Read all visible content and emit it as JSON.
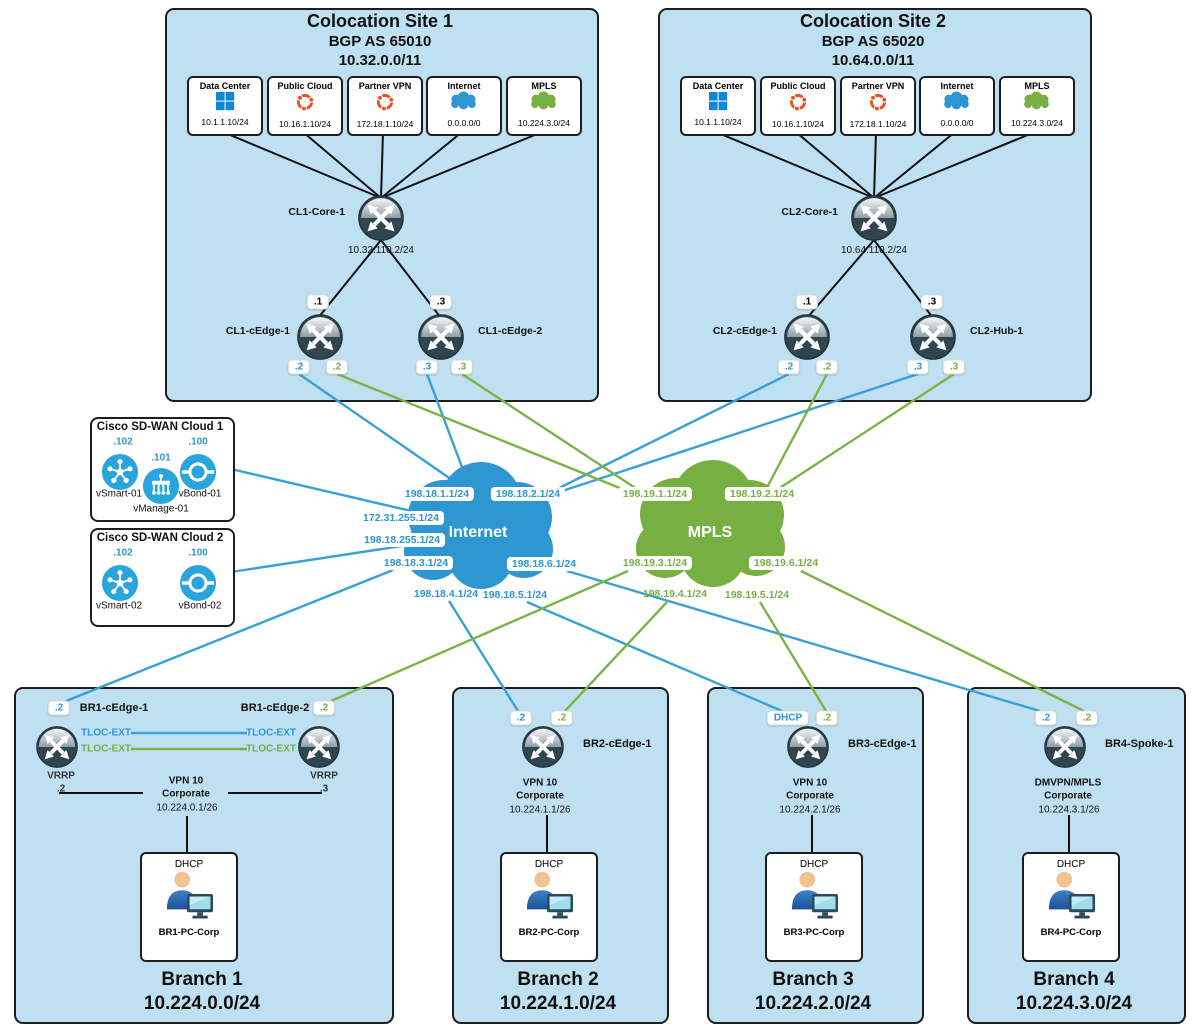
{
  "colos": [
    {
      "title": "Colocation Site 1",
      "bgp": "BGP AS 65010",
      "subnet": "10.32.0.0/11",
      "services": [
        {
          "label": "Data Center",
          "ip": "10.1.1.10/24",
          "icon": "windows-icon"
        },
        {
          "label": "Public Cloud",
          "ip": "10.16.1.10/24",
          "icon": "ubuntu-icon"
        },
        {
          "label": "Partner VPN",
          "ip": "172.18.1.10/24",
          "icon": "ubuntu-icon"
        },
        {
          "label": "Internet",
          "ip": "0.0.0.0/0",
          "icon": "cloud-blue-icon"
        },
        {
          "label": "MPLS",
          "ip": "10.224.3.0/24",
          "icon": "cloud-green-icon"
        }
      ],
      "core": {
        "label": "CL1-Core-1",
        "subnet": "10.32.110.2/24"
      },
      "edges": [
        {
          "label": "CL1-cEdge-1",
          "port": ".1",
          "inet": ".2",
          "mpls": ".2"
        },
        {
          "label": "CL1-cEdge-2",
          "port": ".3",
          "inet": ".3",
          "mpls": ".3"
        }
      ]
    },
    {
      "title": "Colocation Site 2",
      "bgp": "BGP AS 65020",
      "subnet": "10.64.0.0/11",
      "services": [
        {
          "label": "Data Center",
          "ip": "10.1.1.10/24",
          "icon": "windows-icon"
        },
        {
          "label": "Public Cloud",
          "ip": "10.16.1.10/24",
          "icon": "ubuntu-icon"
        },
        {
          "label": "Partner VPN",
          "ip": "172.18.1.10/24",
          "icon": "ubuntu-icon"
        },
        {
          "label": "Internet",
          "ip": "0.0.0.0/0",
          "icon": "cloud-blue-icon"
        },
        {
          "label": "MPLS",
          "ip": "10.224.3.0/24",
          "icon": "cloud-green-icon"
        }
      ],
      "core": {
        "label": "CL2-Core-1",
        "subnet": "10.64.110.2/24"
      },
      "edges": [
        {
          "label": "CL2-cEdge-1",
          "port": ".1",
          "inet": ".2",
          "mpls": ".2"
        },
        {
          "label": "CL2-Hub-1",
          "port": ".3",
          "inet": ".3",
          "mpls": ".3"
        }
      ]
    }
  ],
  "sdwan_clouds": [
    {
      "title": "Cisco SD-WAN Cloud 1",
      "nodes": [
        {
          "label": "vSmart-01",
          "ip": ".102",
          "icon": "vsmart-icon"
        },
        {
          "label": "vManage-01",
          "ip": ".101",
          "icon": "vmanage-icon"
        },
        {
          "label": "vBond-01",
          "ip": ".100",
          "icon": "vbond-icon"
        }
      ]
    },
    {
      "title": "Cisco SD-WAN Cloud 2",
      "nodes": [
        {
          "label": "vSmart-02",
          "ip": ".102",
          "icon": "vsmart-icon"
        },
        {
          "label": "vBond-02",
          "ip": ".100",
          "icon": "vbond-icon"
        }
      ]
    }
  ],
  "internet": {
    "label": "Internet",
    "ip_top_left": "198.18.1.1/24",
    "ip_top_right": "198.18.2.1/24",
    "ip_left_upper": "172.31.255.1/24",
    "ip_left_lower": "198.18.255.1/24",
    "ip_bottom_left": "198.18.3.1/24",
    "ip_bottom_right": "198.18.6.1/24",
    "ip_bottom_mid_left": "198.18.4.1/24",
    "ip_bottom_mid_right": "198.18.5.1/24"
  },
  "mpls": {
    "label": "MPLS",
    "ip_top_left": "198.19.1.1/24",
    "ip_top_right": "198.19.2.1/24",
    "ip_bottom_left": "198.19.3.1/24",
    "ip_bottom_right": "198.19.6.1/24",
    "ip_bottom_mid_left": "198.19.4.1/24",
    "ip_bottom_mid_right": "198.19.5.1/24"
  },
  "branches": [
    {
      "title": "Branch 1",
      "subnet": "10.224.0.0/24",
      "inet_badge": ".2",
      "mpls_badge": ".2",
      "edge1": "BR1-cEdge-1",
      "edge2": "BR1-cEdge-2",
      "tloc": "TLOC-EXT",
      "vrrp": "VRRP",
      "vrrp_left_ip": ".2",
      "vrrp_right_ip": ".3",
      "vpn_line1": "VPN 10",
      "vpn_line2": "Corporate",
      "gateway": "10.224.0.1/26",
      "dhcp": "DHCP",
      "pc": "BR1-PC-Corp"
    },
    {
      "title": "Branch 2",
      "subnet": "10.224.1.0/24",
      "inet_badge": ".2",
      "mpls_badge": ".2",
      "edge1": "BR2-cEdge-1",
      "vpn_line1": "VPN 10",
      "vpn_line2": "Corporate",
      "gateway": "10.224.1.1/26",
      "dhcp": "DHCP",
      "pc": "BR2-PC-Corp"
    },
    {
      "title": "Branch 3",
      "subnet": "10.224.2.0/24",
      "inet_badge": "DHCP",
      "mpls_badge": ".2",
      "edge1": "BR3-cEdge-1",
      "vpn_line1": "VPN 10",
      "vpn_line2": "Corporate",
      "gateway": "10.224.2.1/26",
      "dhcp": "DHCP",
      "pc": "BR3-PC-Corp"
    },
    {
      "title": "Branch 4",
      "subnet": "10.224.3.0/24",
      "inet_badge": ".2",
      "mpls_badge": ".2",
      "edge1": "BR4-Spoke-1",
      "vpn_line1": "DMVPN/MPLS",
      "vpn_line2": "Corporate",
      "gateway": "10.224.3.1/26",
      "dhcp": "DHCP",
      "pc": "BR4-PC-Corp"
    }
  ],
  "colors": {
    "internet_blue": "#2e96d1",
    "mpls_green": "#76b043",
    "site_bg": "#bfe0f1",
    "ubuntu_orange": "#e8501f",
    "windows_blue": "#1287d8",
    "controller_blue": "#29a4dd"
  }
}
